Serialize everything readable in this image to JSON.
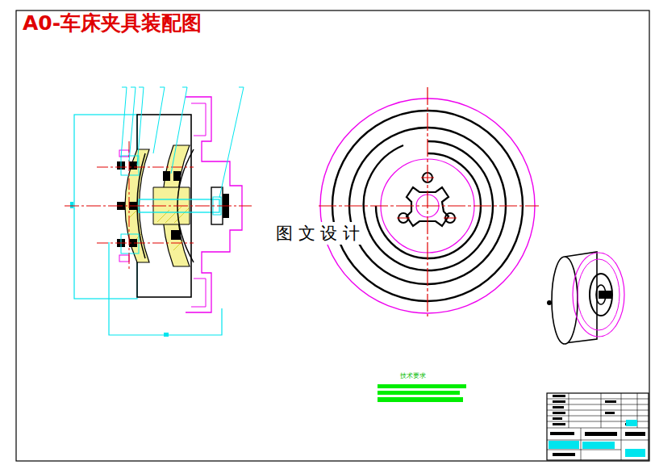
{
  "diagram": {
    "title": "A0-车床夹具装配图",
    "labels": [
      "图 文 设 计",
      "技术要求"
    ]
  }
}
